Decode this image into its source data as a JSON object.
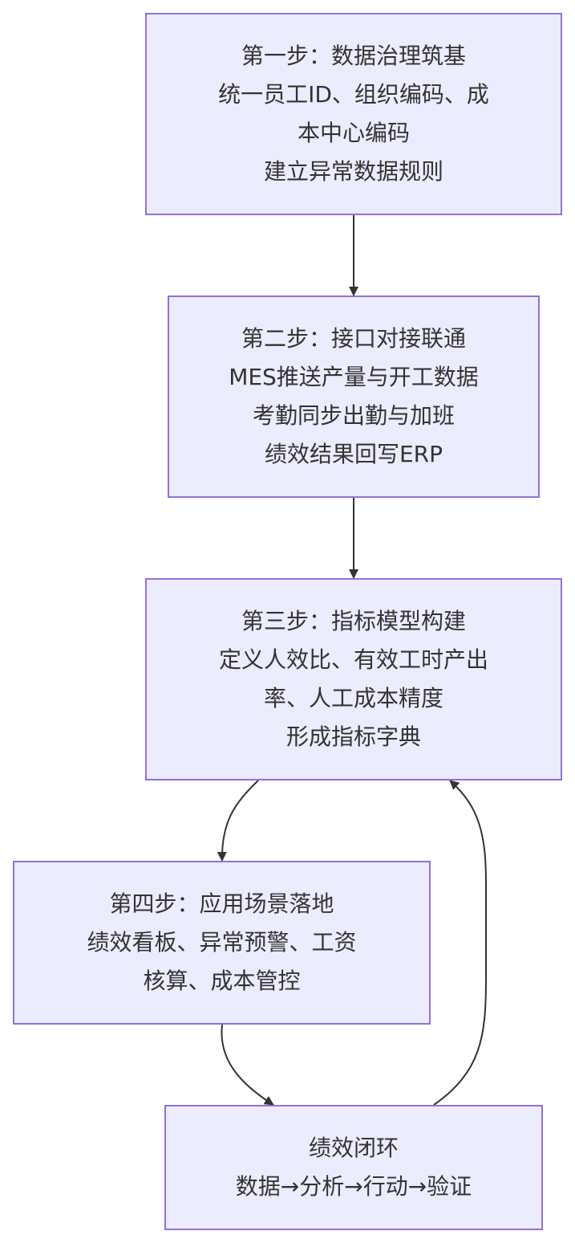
{
  "diagram": {
    "nodes": [
      {
        "id": "step1",
        "title": "第一步：数据治理筑基",
        "lines": [
          "统一员工ID、组织编码、成",
          "本中心编码",
          "建立异常数据规则"
        ]
      },
      {
        "id": "step2",
        "title": "第二步：接口对接联通",
        "lines": [
          "MES推送产量与开工数据",
          "考勤同步出勤与加班",
          "绩效结果回写ERP"
        ]
      },
      {
        "id": "step3",
        "title": "第三步：指标模型构建",
        "lines": [
          "定义人效比、有效工时产出",
          "率、人工成本精度",
          "形成指标字典"
        ]
      },
      {
        "id": "step4",
        "title": "第四步：应用场景落地",
        "lines": [
          "绩效看板、异常预警、工资",
          "核算、成本管控"
        ]
      },
      {
        "id": "loop",
        "title": "绩效闭环",
        "lines": [
          "数据→分析→行动→验证"
        ]
      }
    ],
    "edges": [
      {
        "from": "step1",
        "to": "step2"
      },
      {
        "from": "step2",
        "to": "step3"
      },
      {
        "from": "step3",
        "to": "step4"
      },
      {
        "from": "step4",
        "to": "loop"
      },
      {
        "from": "loop",
        "to": "step3"
      }
    ],
    "colors": {
      "node_fill": "#ececff",
      "node_border": "#9370db",
      "edge": "#333333",
      "text": "#333333"
    }
  }
}
